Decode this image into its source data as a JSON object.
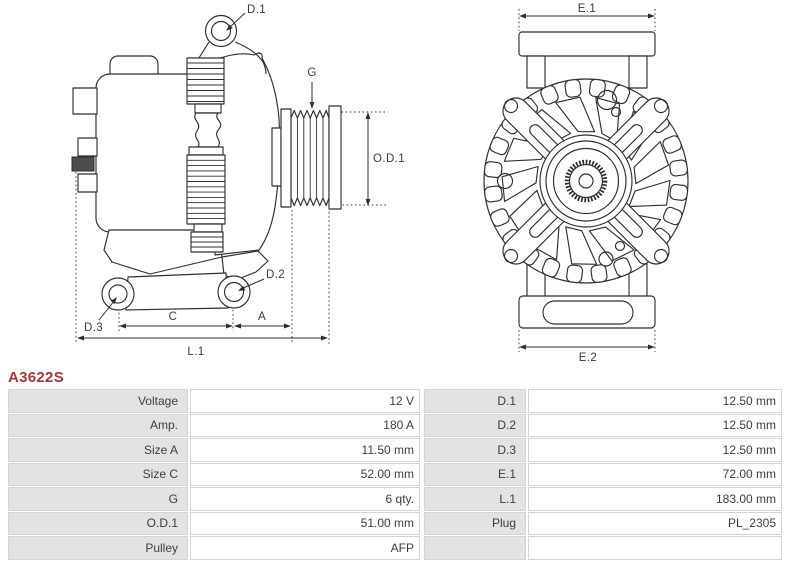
{
  "part": {
    "code": "A3622S",
    "code_color": "#a8353a"
  },
  "drawing_labels": {
    "side": {
      "d1": "D.1",
      "d2": "D.2",
      "d3": "D.3",
      "g": "G",
      "od1": "O.D.1",
      "c": "C",
      "a": "A",
      "l1": "L.1"
    },
    "front": {
      "e1": "E.1",
      "e2": "E.2"
    }
  },
  "specs": {
    "left_rows": [
      {
        "label": "Voltage",
        "value": "12 V"
      },
      {
        "label": "Amp.",
        "value": "180 A"
      },
      {
        "label": "Size A",
        "value": "11.50 mm"
      },
      {
        "label": "Size C",
        "value": "52.00 mm"
      },
      {
        "label": "G",
        "value": "6 qty."
      },
      {
        "label": "O.D.1",
        "value": "51.00 mm"
      },
      {
        "label": "Pulley",
        "value": "AFP"
      }
    ],
    "right_rows": [
      {
        "label": "D.1",
        "value": "12.50 mm"
      },
      {
        "label": "D.2",
        "value": "12.50 mm"
      },
      {
        "label": "D.3",
        "value": "12.50 mm"
      },
      {
        "label": "E.1",
        "value": "72.00 mm"
      },
      {
        "label": "L.1",
        "value": "183.00 mm"
      },
      {
        "label": "Plug",
        "value": "PL_2305"
      },
      {
        "label": "",
        "value": ""
      }
    ]
  },
  "colors": {
    "drawing_line": "#2f2f2f",
    "table_label_bg": "#e3e3e3",
    "table_border": "#d4d4d4"
  }
}
